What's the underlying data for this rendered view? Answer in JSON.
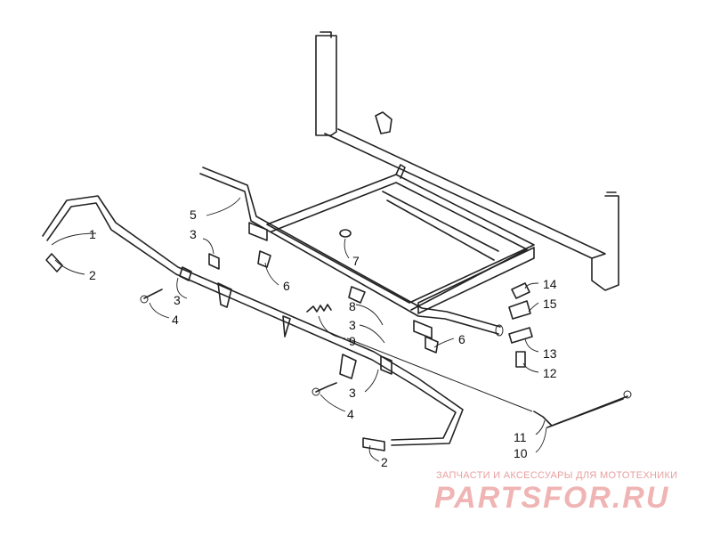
{
  "callouts": [
    {
      "id": "c1",
      "text": "1"
    },
    {
      "id": "c2a",
      "text": "2"
    },
    {
      "id": "c2b",
      "text": "2"
    },
    {
      "id": "c3a",
      "text": "3"
    },
    {
      "id": "c3b",
      "text": "3"
    },
    {
      "id": "c3c",
      "text": "3"
    },
    {
      "id": "c3d",
      "text": "3"
    },
    {
      "id": "c4a",
      "text": "4"
    },
    {
      "id": "c4b",
      "text": "4"
    },
    {
      "id": "c5",
      "text": "5"
    },
    {
      "id": "c6a",
      "text": "6"
    },
    {
      "id": "c6b",
      "text": "6"
    },
    {
      "id": "c7",
      "text": "7"
    },
    {
      "id": "c8",
      "text": "8"
    },
    {
      "id": "c9",
      "text": "9"
    },
    {
      "id": "c10",
      "text": "10"
    },
    {
      "id": "c11",
      "text": "11"
    },
    {
      "id": "c12",
      "text": "12"
    },
    {
      "id": "c13",
      "text": "13"
    },
    {
      "id": "c14",
      "text": "14"
    },
    {
      "id": "c15",
      "text": "15"
    }
  ],
  "watermark": {
    "tagline": "ЗАПЧАСТИ И АКСЕССУАРЫ ДЛЯ МОТОТЕХНИКИ",
    "brand": "PARTSFOR.RU",
    "color": "#f0b4b4"
  }
}
